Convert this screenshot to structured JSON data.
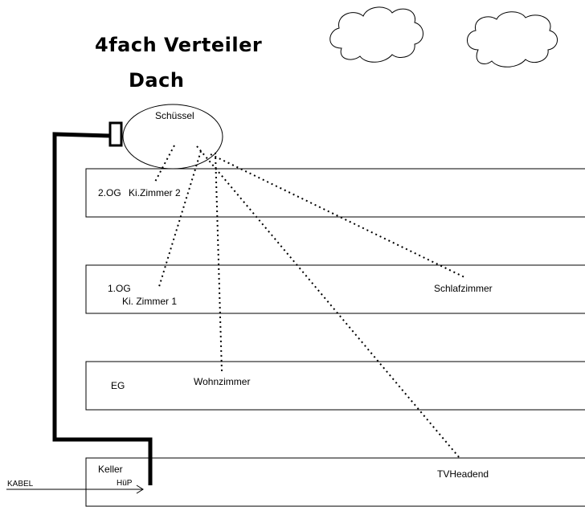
{
  "title": {
    "line1": "4fach Verteiler",
    "line2": "Dach"
  },
  "dish": {
    "label": "Schüssel"
  },
  "floors": {
    "og2": {
      "floor_label": "2.OG",
      "room_label": "Ki.Zimmer 2"
    },
    "og1": {
      "floor_label": "1.OG",
      "room_label": "Ki. Zimmer 1",
      "room2_label": "Schlafzimmer"
    },
    "eg": {
      "floor_label": "EG",
      "room_label": "Wohnzimmer"
    },
    "keller": {
      "floor_label": "Keller",
      "hup_label": "HüP",
      "room_label": "TVHeadend"
    }
  },
  "cable": {
    "label": "KABEL"
  }
}
